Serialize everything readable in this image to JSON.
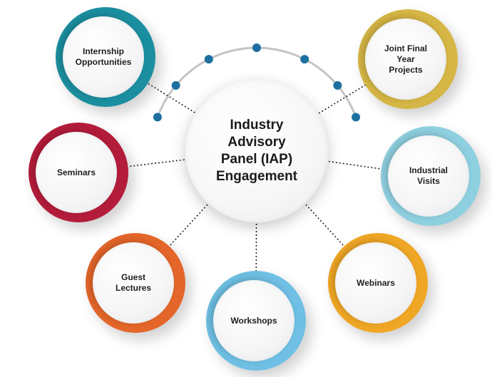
{
  "center": {
    "title": "Industry\nAdvisory\nPanel (IAP)\nEngagement"
  },
  "nodes": [
    {
      "label": "Internship\nOpportunities",
      "color": "#1b8fa0"
    },
    {
      "label": "Joint Final\nYear\nProjects",
      "color": "#d6b645"
    },
    {
      "label": "Seminars",
      "color": "#b41c3b"
    },
    {
      "label": "Industrial\nVisits",
      "color": "#8fd0e0"
    },
    {
      "label": "Guest\nLectures",
      "color": "#e4662a"
    },
    {
      "label": "Workshops",
      "color": "#6fc0e4"
    },
    {
      "label": "Webinars",
      "color": "#f0a725"
    }
  ],
  "arc": {
    "color": "#c4c4c4",
    "dot_color": "#1d6fa0"
  }
}
